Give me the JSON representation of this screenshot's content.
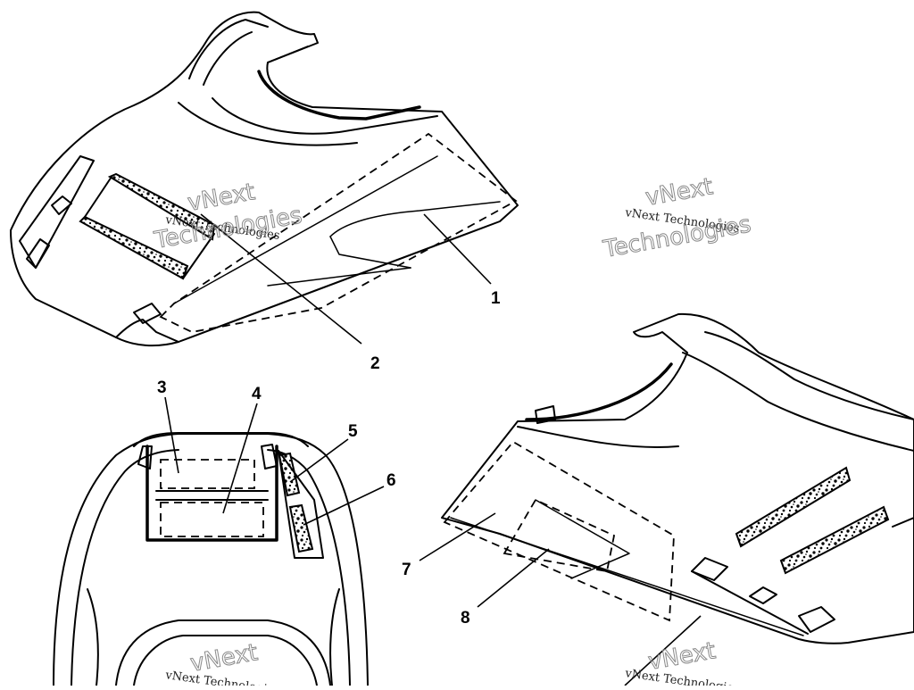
{
  "callouts": {
    "c1": "1",
    "c2": "2",
    "c3": "3",
    "c4": "4",
    "c5": "5",
    "c6": "6",
    "c7": "7",
    "c8": "8"
  },
  "watermark": {
    "small_text": "vNext Technologies",
    "big_line1": "vNext",
    "big_line2": "Technologies"
  },
  "colors": {
    "line": "#000000",
    "background": "#ffffff"
  }
}
